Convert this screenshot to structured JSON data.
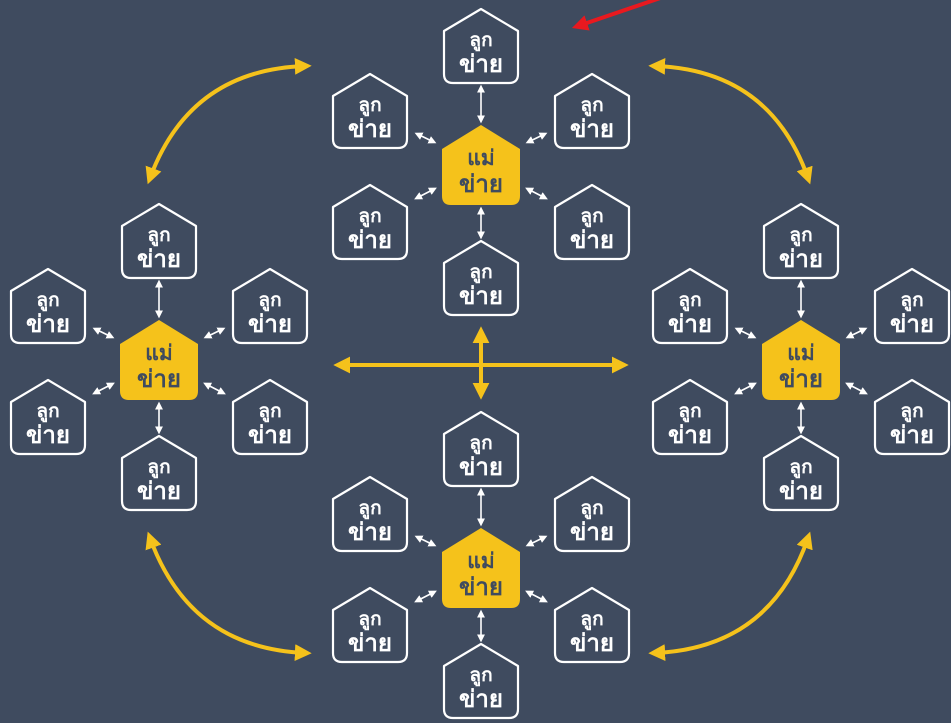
{
  "diagram": {
    "parent_label_top": "แม่",
    "parent_label_bottom": "ข่าย",
    "child_label_top": "ลูก",
    "child_label_bottom": "ข่าย",
    "clusters": [
      {
        "id": "top"
      },
      {
        "id": "left"
      },
      {
        "id": "right"
      },
      {
        "id": "bottom"
      }
    ],
    "children_per_cluster": 6
  },
  "colors": {
    "background": "#3f4b5f",
    "parent_fill": "#f5c21b",
    "parent_text": "#3f4b5f",
    "child_stroke": "#ffffff",
    "child_text": "#ffffff",
    "connector": "#ffffff",
    "cluster_arrow": "#f5c21b",
    "pointer_arrow": "#e8191f"
  }
}
